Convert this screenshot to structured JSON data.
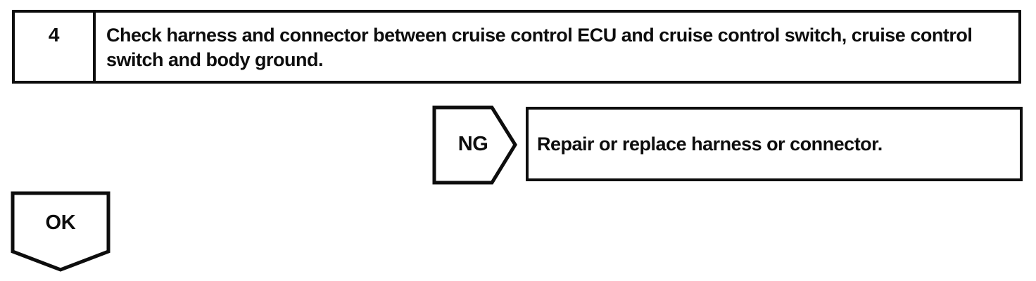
{
  "page": {
    "background": "#ffffff",
    "ink": "#0d0d0d"
  },
  "flowchart": {
    "step": {
      "number": "4",
      "instruction": "Check harness and connector between cruise control ECU and cruise control switch, cruise control switch and body ground."
    },
    "ng_branch": {
      "label": "NG",
      "action": "Repair or replace harness or connector."
    },
    "ok_branch": {
      "label": "OK"
    }
  }
}
